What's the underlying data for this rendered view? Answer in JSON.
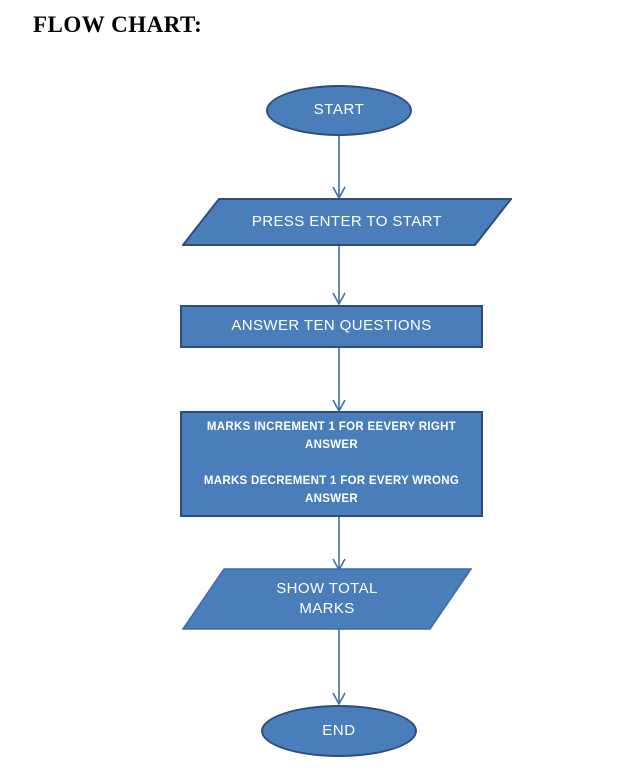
{
  "document": {
    "title": "FLOW CHART:"
  },
  "chart_data": {
    "type": "diagram",
    "diagram_kind": "flowchart",
    "title": "FLOW CHART:",
    "orientation": "top-to-bottom",
    "colors": {
      "shape_fill": "#4A7EBB",
      "shape_border": "#2E4D7B",
      "connector": "#3E6DA8",
      "label_text": "#FFFFFF",
      "title_text": "#000000",
      "background": "#FFFFFF"
    },
    "nodes": [
      {
        "id": "start",
        "shape": "oval",
        "role": "terminator",
        "label": "START"
      },
      {
        "id": "press-enter",
        "shape": "parallelogram",
        "role": "input",
        "label": "PRESS ENTER TO START"
      },
      {
        "id": "answer-questions",
        "shape": "rectangle",
        "role": "process",
        "label": "ANSWER TEN QUESTIONS"
      },
      {
        "id": "marks-rules",
        "shape": "rectangle",
        "role": "process",
        "label": "MARKS INCREMENT 1 FOR EEVERY RIGHT\nANSWER\n\nMARKS DECREMENT 1 FOR EVERY WRONG\nANSWER",
        "lines": [
          "MARKS INCREMENT 1 FOR EEVERY RIGHT",
          "ANSWER",
          "",
          "MARKS DECREMENT 1 FOR EVERY WRONG",
          "ANSWER"
        ]
      },
      {
        "id": "show-total-marks",
        "shape": "parallelogram",
        "role": "output",
        "label": "SHOW TOTAL\nMARKS"
      },
      {
        "id": "end",
        "shape": "oval",
        "role": "terminator",
        "label": "END"
      }
    ],
    "edges": [
      {
        "from": "start",
        "to": "press-enter",
        "label": "",
        "arrow": "down"
      },
      {
        "from": "press-enter",
        "to": "answer-questions",
        "label": "",
        "arrow": "down"
      },
      {
        "from": "answer-questions",
        "to": "marks-rules",
        "label": "",
        "arrow": "down"
      },
      {
        "from": "marks-rules",
        "to": "show-total-marks",
        "label": "",
        "arrow": "down"
      },
      {
        "from": "show-total-marks",
        "to": "end",
        "label": "",
        "arrow": "down"
      }
    ]
  }
}
